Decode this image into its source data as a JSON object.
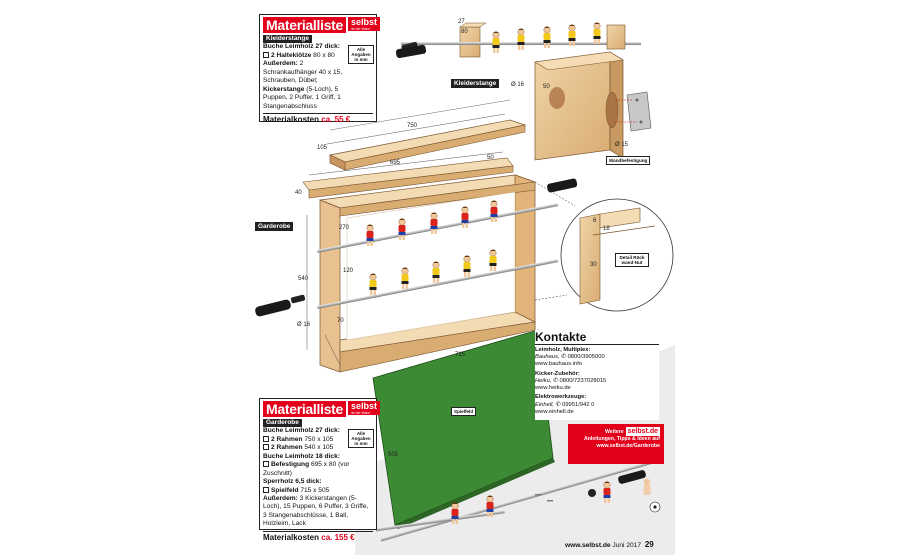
{
  "box1": {
    "title": "Materialliste",
    "logo": "selbst",
    "logo_sub": "ist der Mann",
    "tag": "Kleiderstange",
    "hint": "Alle Angaben in mm",
    "line1_b": "Buche Leimholz 27 dick:",
    "line2": "2 Halteklötze",
    "line2_v": "80 x 80",
    "line3_b": "Außerdem:",
    "line3": "2 Schrankaufhänger 40 x 15, Schrauben, Dübel;",
    "line4_b": "Kickerstange",
    "line4": "(5-Loch), 5 Puppen, 2 Puffer, 1 Griff, 1 Stangenabschluss",
    "cost_label": "Materialkosten",
    "cost_value": "ca. 55 €"
  },
  "box2": {
    "title": "Materialliste",
    "logo": "selbst",
    "logo_sub": "ist der Mann",
    "tag": "Garderobe",
    "hint": "Alle Angaben in mm",
    "l1_b": "Buche Leimholz 27 dick:",
    "l2": "2 Rahmen",
    "l2_v": "750 x 105",
    "l3": "2 Rahmen",
    "l3_v": "540 x 105",
    "l4_b": "Buche Leimholz 18 dick:",
    "l5": "Befestigung",
    "l5_v": "695 x 80 (vor Zuschnitt)",
    "l6_b": "Sperrholz 6,5 dick:",
    "l7": "Spielfeld",
    "l7_v": "715 x 505",
    "l8_b": "Außerdem:",
    "l8": "3 Kickerstangen (5-Loch), 15 Puppen, 6 Puffer, 3 Griffe, 3 Stangenabschlüsse, 1 Ball, Holzleim, Lack",
    "cost_label": "Materialkosten",
    "cost_value": "ca. 155 €"
  },
  "labels": {
    "kleiderstange": "Kleiderstange",
    "garderobe": "Garderobe",
    "wandbefestigung": "Wandbefestigung",
    "detail": "Detail Rück wand-Nut",
    "spielfeld": "Spielfeld"
  },
  "dims": {
    "d750": "750",
    "d695": "695",
    "d105": "105",
    "d40": "40",
    "d50": "50",
    "d270": "270",
    "d120": "120",
    "d540": "540",
    "d70": "70",
    "d16a": "Ø 16",
    "d27": "27",
    "d80a": "80",
    "d16b": "Ø 16",
    "d50b": "50",
    "d15": "Ø 15",
    "d715": "715",
    "d505": "505",
    "d6": "6",
    "d18": "18",
    "d30": "30"
  },
  "contact": {
    "title": "Kontakte",
    "c1_b": "Leimholz, Multiplex:",
    "c1_i": "Bauhaus,",
    "c1_p": "✆ 0800/3905000",
    "c1_w": "www.bauhaus.info",
    "c2_b": "Kicker-Zubehör:",
    "c2_i": "Heiku,",
    "c2_p": "✆ 0800/7237028015",
    "c2_w": "www.heiku.de",
    "c3_b": "Elektrowerkzeuge:",
    "c3_i": "Einhell,",
    "c3_p": "✆ 09951/942 0",
    "c3_w": "www.einhell.de"
  },
  "promo": {
    "l1": "Weitere",
    "logo": "selbst.de",
    "l2": "Anleitungen, Tipps & Ideen auf",
    "l3": "www.selbst.de/Garderobe"
  },
  "footer": {
    "url": "www.selbst.de",
    "issue": "Juni 2017",
    "page": "29"
  },
  "colors": {
    "brand_red": "#e2001a",
    "wood": "#e9c89a",
    "field_green": "#3d8a35",
    "puppet_red": "#d9231c",
    "puppet_yellow": "#f2c81a"
  }
}
